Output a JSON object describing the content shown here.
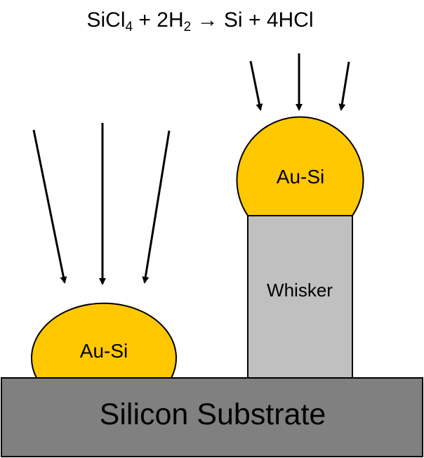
{
  "equation": {
    "reactant1": "SiCl",
    "reactant1_sub": "4",
    "plus1": "+",
    "reactant2": "2H",
    "reactant2_sub": "2",
    "arrow": "→",
    "product1": "Si",
    "plus2": "+",
    "product2": "4HCl"
  },
  "labels": {
    "left_droplet": "Au-Si",
    "right_droplet": "Au-Si",
    "whisker": "Whisker",
    "substrate": "Silicon Substrate"
  },
  "colors": {
    "droplet": "#FFC800",
    "whisker": "#C0C0C0",
    "substrate": "#808080",
    "outline": "#000000"
  }
}
